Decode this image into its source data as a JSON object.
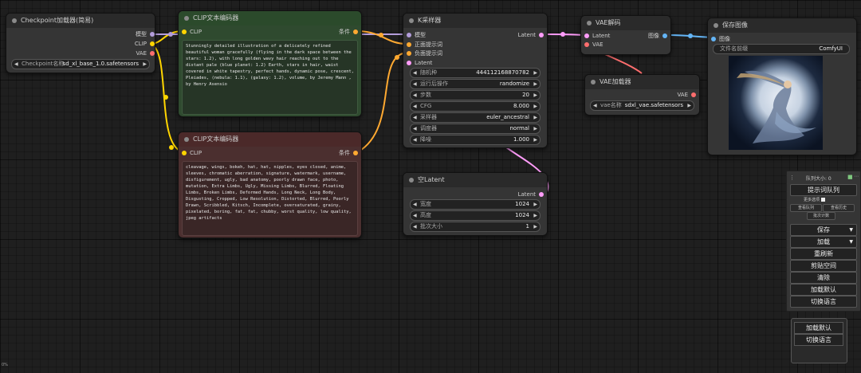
{
  "colors": {
    "clip": "#ffd500",
    "model": "#b39ddb",
    "vae": "#ff6e6e",
    "conditioning": "#ffa931",
    "latent": "#ff9cf9",
    "image": "#64b5f6"
  },
  "checkpoint_node": {
    "title": "Checkpoint加载器(简易)",
    "outputs": [
      "模型",
      "CLIP",
      "VAE"
    ],
    "ckpt_label": "Checkpoint名称",
    "ckpt_value": "sd_xl_base_1.0.safetensors"
  },
  "clip_pos_node": {
    "title": "CLIP文本编码器",
    "input": "CLIP",
    "output": "条件",
    "text": "Stunningly detailed illustration of a delicately refined beautiful woman gracefully (flying in the dark space between the stars: 1.2), with long golden wavy hair reaching out to the distant pale (blue planet: 1.2) Earth, stars in hair, waist covered in white tapestry, perfect hands, dynamic pose, crescent, Pleiades, (nebula: 1.1), (galaxy: 1.2), volume, by Jeremy Mann , by Henry Asensio"
  },
  "clip_neg_node": {
    "title": "CLIP文本编码器",
    "input": "CLIP",
    "output": "条件",
    "text": "cleavage, wings, bokeh, hat, hat, nipples, eyes closed, anime, sleeves, chromatic aberration, signature, watermark, username, disfigurement, ugly, bad anatomy, poorly drawn face, photo, mutation, Extra Limbs, Ugly, Missing Limbs, Blurred, Floating Limbs, Broken Limbs, Deformed Hands, Long Neck, Long Body, Disgusting, Cropped, Low Resolution, Distorted, Blurred, Poorly Drawn, Scribbled, Kitsch, Incomplete, oversaturated, grainy, pixelated, boring, fat, fat, chubby, worst quality, low quality, jpeg artifacts"
  },
  "ksampler_node": {
    "title": "K采样器",
    "inputs": [
      "模型",
      "正面提示词",
      "负面提示词",
      "Latent"
    ],
    "output": "Latent",
    "widgets": [
      {
        "label": "随机种",
        "value": "444112168870782"
      },
      {
        "label": "运行后操作",
        "value": "randomize"
      },
      {
        "label": "步数",
        "value": "20"
      },
      {
        "label": "CFG",
        "value": "8.000"
      },
      {
        "label": "采样器",
        "value": "euler_ancestral"
      },
      {
        "label": "调度器",
        "value": "normal"
      },
      {
        "label": "降噪",
        "value": "1.000"
      }
    ]
  },
  "empty_latent_node": {
    "title": "空Latent",
    "output": "Latent",
    "widgets": [
      {
        "label": "宽度",
        "value": "1024"
      },
      {
        "label": "高度",
        "value": "1024"
      },
      {
        "label": "批次大小",
        "value": "1"
      }
    ]
  },
  "vae_decode_node": {
    "title": "VAE解码",
    "inputs": [
      "Latent",
      "VAE"
    ],
    "output": "图像"
  },
  "vae_loader_node": {
    "title": "VAE加载器",
    "output": "VAE",
    "widget_label": "vae名称",
    "widget_value": "sdxl_vae.safetensors"
  },
  "save_image_node": {
    "title": "保存图像",
    "input": "图像",
    "prefix_label": "文件名前缀",
    "prefix_value": "ComfyUI"
  },
  "side_menu": {
    "queue_label": "队列大小: 0",
    "queue_prompt": "提示词队列",
    "extra_options": "更多选项",
    "view_queue": "查看队列",
    "view_history": "查看历史",
    "batch_count": "批次计数",
    "save": "保存",
    "load": "加载",
    "refresh": "重刷新",
    "clipspace": "剪贴空间",
    "clear": "清除",
    "load_default": "加载默认",
    "switch_lang": "切换语言"
  },
  "floating": {
    "load_default": "加载默认",
    "switch_lang": "切换语言"
  },
  "zoom_text": "0%"
}
